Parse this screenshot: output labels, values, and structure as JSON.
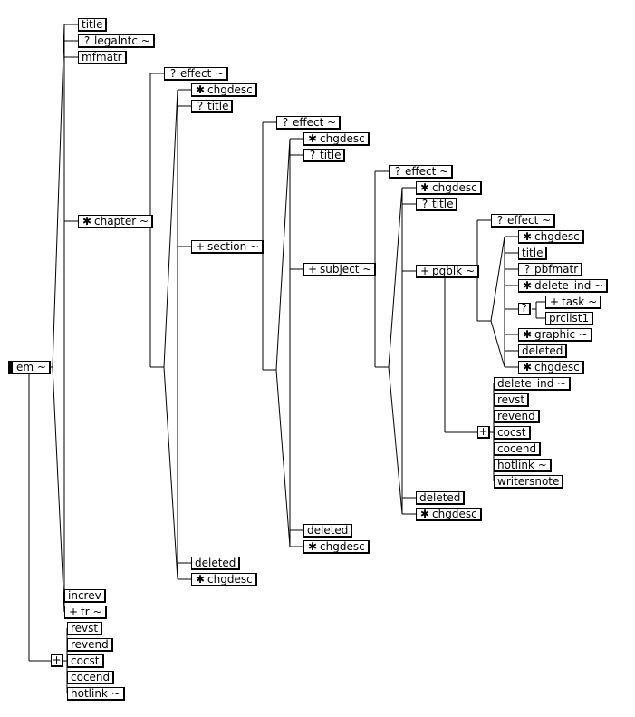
{
  "diagram": {
    "nodes": [
      {
        "id": "em",
        "op": "",
        "label": "em ~",
        "root": true
      },
      {
        "id": "title1",
        "op": "",
        "label": "title"
      },
      {
        "id": "legalntc",
        "op": "?",
        "label": "legalntc ~"
      },
      {
        "id": "mfmatr",
        "op": "",
        "label": "mfmatr"
      },
      {
        "id": "chapter",
        "op": "✱",
        "label": "chapter ~"
      },
      {
        "id": "increv",
        "op": "",
        "label": "increv"
      },
      {
        "id": "tr",
        "op": "+",
        "label": "tr ~"
      },
      {
        "id": "revst1",
        "op": "",
        "label": "revst"
      },
      {
        "id": "revend1",
        "op": "",
        "label": "revend"
      },
      {
        "id": "cocst1",
        "op": "",
        "label": "cocst"
      },
      {
        "id": "cocend1",
        "op": "",
        "label": "cocend"
      },
      {
        "id": "hotlink1",
        "op": "",
        "label": "hotlink ~"
      },
      {
        "id": "effect1",
        "op": "?",
        "label": "effect ~"
      },
      {
        "id": "chgdesc1",
        "op": "✱",
        "label": "chgdesc"
      },
      {
        "id": "title2",
        "op": "?",
        "label": "title"
      },
      {
        "id": "section",
        "op": "+",
        "label": "section ~"
      },
      {
        "id": "deleted1",
        "op": "",
        "label": "deleted"
      },
      {
        "id": "chgdesc2",
        "op": "✱",
        "label": "chgdesc"
      },
      {
        "id": "effect2",
        "op": "?",
        "label": "effect ~"
      },
      {
        "id": "chgdesc3",
        "op": "✱",
        "label": "chgdesc"
      },
      {
        "id": "title3",
        "op": "?",
        "label": "title"
      },
      {
        "id": "subject",
        "op": "+",
        "label": "subject ~"
      },
      {
        "id": "deleted2",
        "op": "",
        "label": "deleted"
      },
      {
        "id": "chgdesc4",
        "op": "✱",
        "label": "chgdesc"
      },
      {
        "id": "effect3",
        "op": "?",
        "label": "effect ~"
      },
      {
        "id": "chgdesc5",
        "op": "✱",
        "label": "chgdesc"
      },
      {
        "id": "title4",
        "op": "?",
        "label": "title"
      },
      {
        "id": "pgblk",
        "op": "+",
        "label": "pgblk ~"
      },
      {
        "id": "deleted3",
        "op": "",
        "label": "deleted"
      },
      {
        "id": "chgdesc6",
        "op": "✱",
        "label": "chgdesc"
      },
      {
        "id": "effect4",
        "op": "?",
        "label": "effect ~"
      },
      {
        "id": "chgdesc7",
        "op": "✱",
        "label": "chgdesc"
      },
      {
        "id": "title5",
        "op": "",
        "label": "title"
      },
      {
        "id": "pbfmatr",
        "op": "?",
        "label": "pbfmatr"
      },
      {
        "id": "delete_ind1",
        "op": "✱",
        "label": "delete_ind ~"
      },
      {
        "id": "task",
        "op": "+",
        "label": "task ~"
      },
      {
        "id": "prclist1",
        "op": "",
        "label": "prclist1"
      },
      {
        "id": "graphic",
        "op": "✱",
        "label": "graphic ~"
      },
      {
        "id": "deleted4",
        "op": "",
        "label": "deleted"
      },
      {
        "id": "chgdesc8",
        "op": "✱",
        "label": "chgdesc"
      },
      {
        "id": "delete_ind2",
        "op": "",
        "label": "delete_ind ~"
      },
      {
        "id": "revst2",
        "op": "",
        "label": "revst"
      },
      {
        "id": "revend2",
        "op": "",
        "label": "revend"
      },
      {
        "id": "cocst2",
        "op": "",
        "label": "cocst"
      },
      {
        "id": "cocend2",
        "op": "",
        "label": "cocend"
      },
      {
        "id": "hotlink2",
        "op": "",
        "label": "hotlink ~"
      },
      {
        "id": "writersnote",
        "op": "",
        "label": "writersnote"
      }
    ],
    "connectors": [
      {
        "id": "grp1",
        "symbol": "+"
      },
      {
        "id": "opt1",
        "symbol": "?"
      },
      {
        "id": "grp2",
        "symbol": "+"
      }
    ]
  }
}
